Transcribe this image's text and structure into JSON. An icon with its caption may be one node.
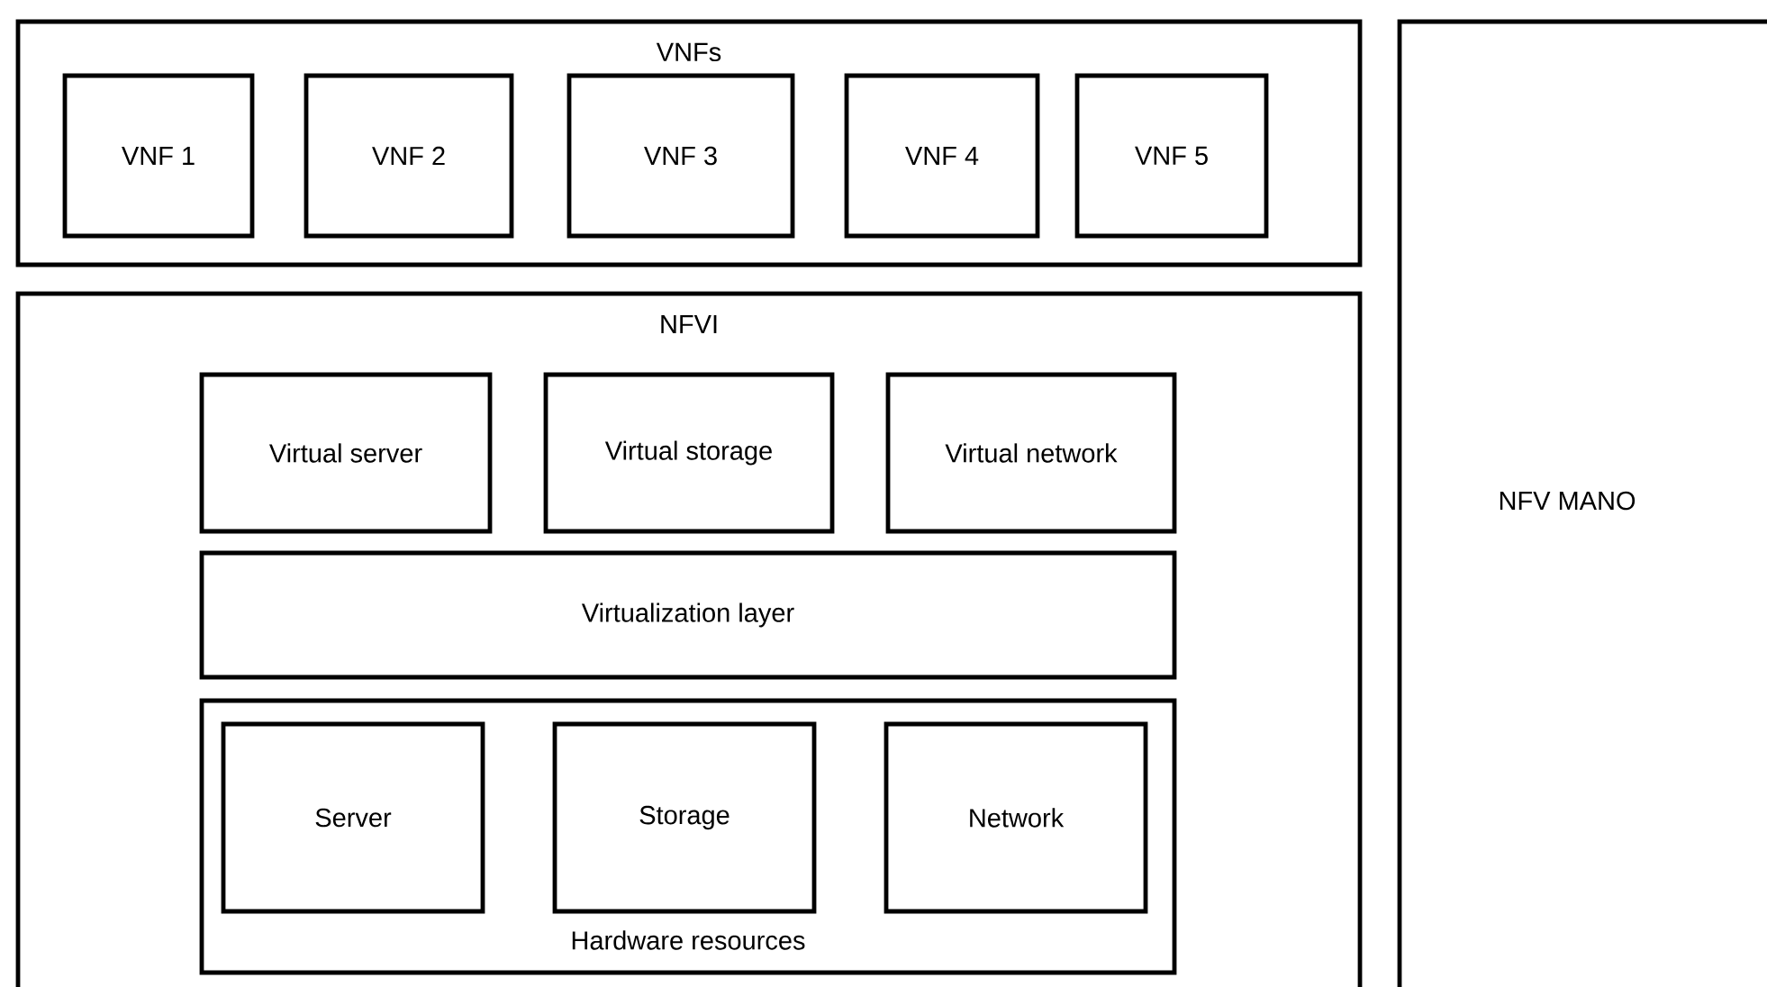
{
  "diagram": {
    "nodes": [
      {
        "text": [
          "VNFs"
        ]
      },
      {
        "text": [
          "VNF 1"
        ],
        "in": 0
      },
      {
        "text": [
          "VNF 2"
        ],
        "in": 0
      },
      {
        "text": [
          "VNF 3"
        ],
        "in": 0
      },
      {
        "text": [
          "VNF 4"
        ],
        "in": 0
      },
      {
        "text": [
          "VNF 5"
        ],
        "in": 0
      },
      {
        "text": [
          "NFVI"
        ]
      },
      {
        "text": [
          "Virtual server"
        ],
        "in": 6
      },
      {
        "text": [
          "Virtual storage"
        ],
        "in": 6
      },
      {
        "text": [
          "Virtual network"
        ],
        "in": 6
      },
      {
        "text": [
          "Virtualization layer"
        ],
        "in": 6
      },
      {
        "text": [
          "Hardware resources"
        ],
        "in": 6
      },
      {
        "text": [
          "Server"
        ],
        "in": 11
      },
      {
        "text": [
          "Storage"
        ],
        "in": 11
      },
      {
        "text": [
          "Network"
        ],
        "in": 11
      },
      {
        "text": [
          "NFV MANO"
        ]
      }
    ]
  }
}
